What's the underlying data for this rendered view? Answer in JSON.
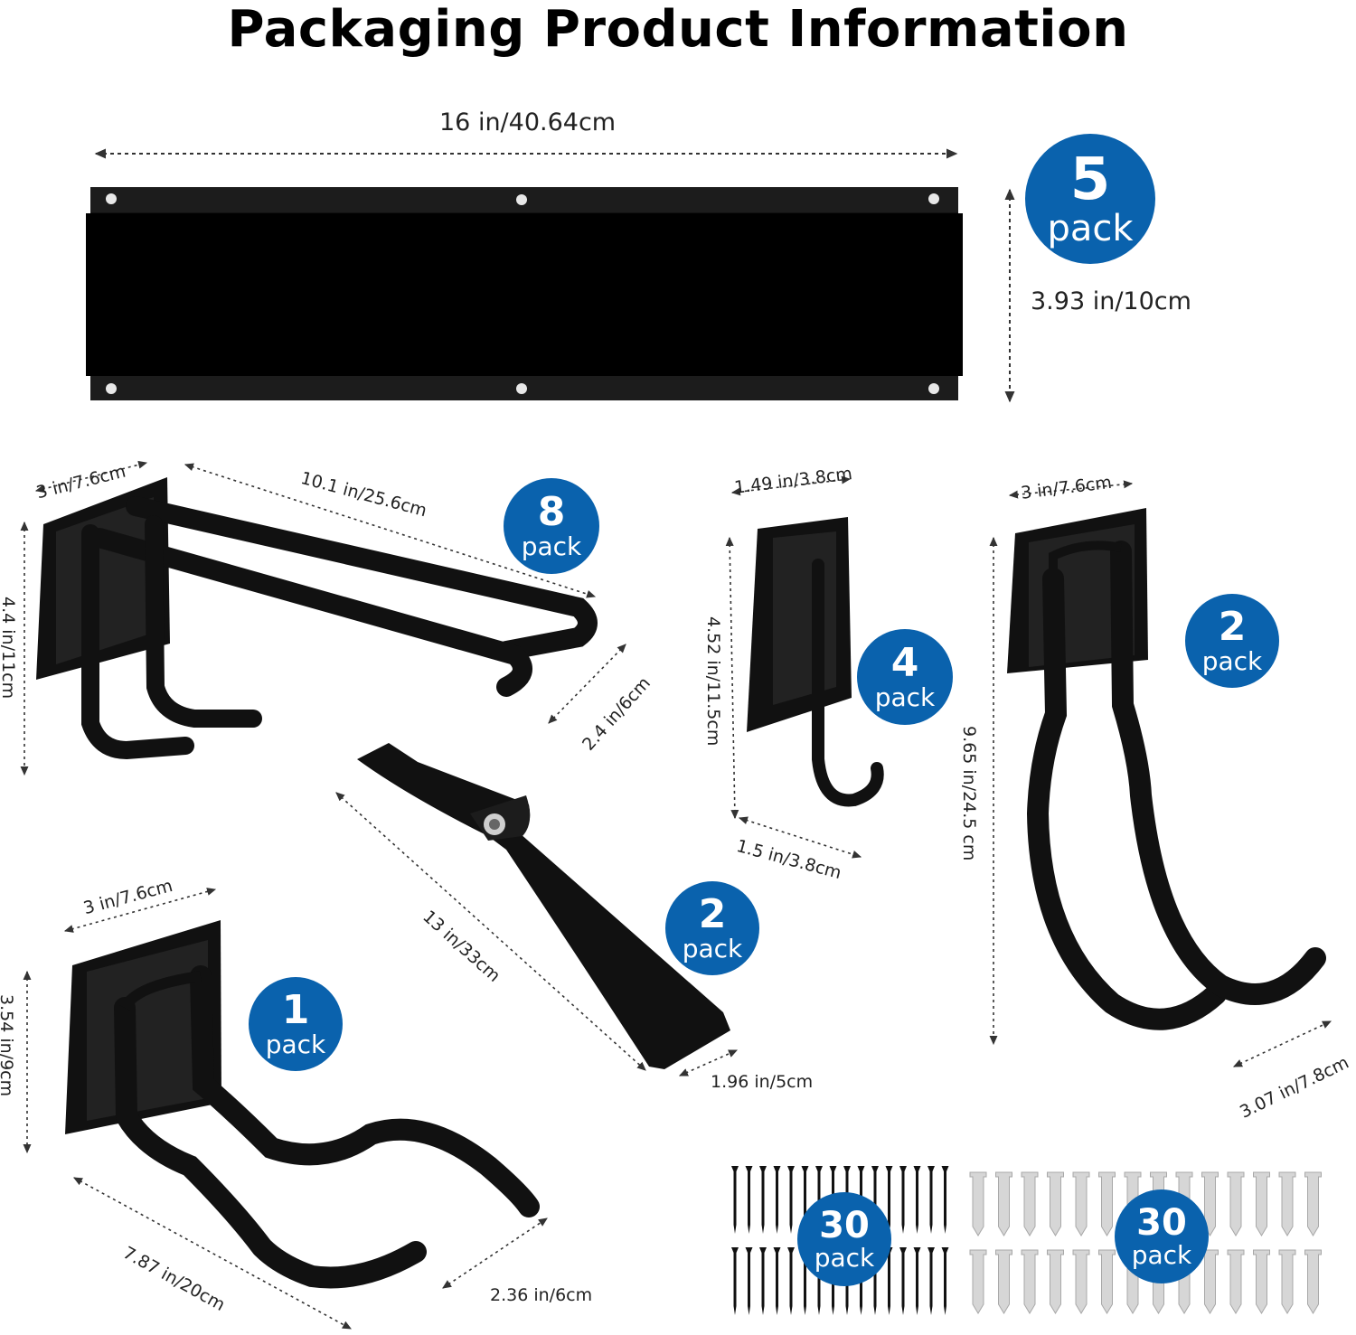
{
  "title": "Packaging Product Information",
  "rail": {
    "width": "16 in/40.64cm",
    "height": "3.93 in/10cm",
    "badge": {
      "number": "5",
      "unit": "pack"
    }
  },
  "double_hook": {
    "depth_width": "3 in/7.6cm",
    "length": "10.1 in/25.6cm",
    "height": "4.4 in/11cm",
    "tip": "2.4 in/6cm",
    "badge": {
      "number": "8",
      "unit": "pack"
    }
  },
  "j_hook": {
    "width": "1.49 in/3.8cm",
    "height": "4.52 in/11.5cm",
    "depth": "1.5 in/3.8cm",
    "badge": {
      "number": "4",
      "unit": "pack"
    }
  },
  "bike_hook": {
    "width": "3 in/7.6cm",
    "height": "9.65 in/24.5 cm",
    "tip": "3.07 in/7.8cm",
    "badge": {
      "number": "2",
      "unit": "pack"
    }
  },
  "strap": {
    "length": "13 in/33cm",
    "width": "1.96 in/5cm",
    "badge": {
      "number": "2",
      "unit": "pack"
    }
  },
  "wide_hook": {
    "width": "3 in/7.6cm",
    "height": "3.54 in/9cm",
    "length": "7.87 in/20cm",
    "tip": "2.36 in/6cm",
    "badge": {
      "number": "1",
      "unit": "pack"
    }
  },
  "screws": {
    "badge": {
      "number": "30",
      "unit": "pack"
    }
  },
  "anchors": {
    "badge": {
      "number": "30",
      "unit": "pack"
    }
  }
}
